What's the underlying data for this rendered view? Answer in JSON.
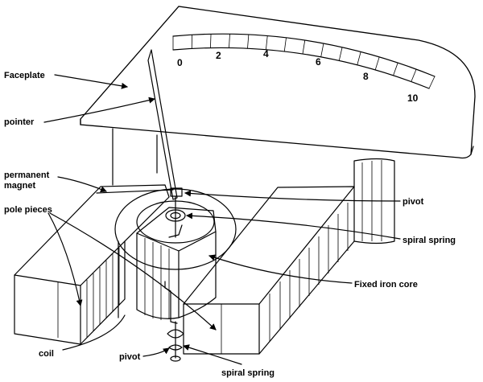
{
  "labels": {
    "faceplate": "Faceplate",
    "pointer": "pointer",
    "permanent_magnet_line1": "permanent",
    "permanent_magnet_line2": "magnet",
    "pole_pieces": "pole pieces",
    "coil": "coil",
    "pivot_top": "pivot",
    "spiral_spring_top": "spiral spring",
    "fixed_iron_core": "Fixed iron core",
    "pivot_bottom": "pivot",
    "spiral_spring_bottom": "spiral spring"
  },
  "scale": {
    "tick_labels": [
      "0",
      "2",
      "4",
      "6",
      "8",
      "10"
    ]
  }
}
